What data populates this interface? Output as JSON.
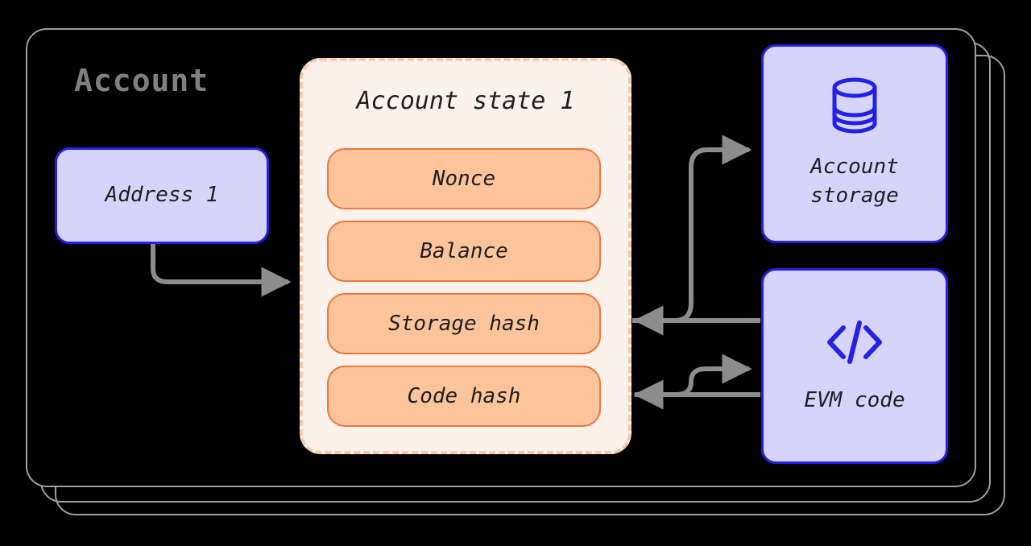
{
  "diagram": {
    "title": "Account",
    "background": "#000000",
    "colors": {
      "container_border": "#9e9e9e",
      "blue_fill": "#D6D4FB",
      "blue_border": "#2320E8",
      "orange_fill": "#FBC49B",
      "orange_border": "#F0763A",
      "state_fill": "#FDF1EB",
      "state_border": "#F9C9A8",
      "arrow": "#8C8C8C",
      "title_text": "#808080",
      "body_text": "#1f1f1f"
    }
  },
  "address": {
    "label": "Address 1"
  },
  "account_state": {
    "title": "Account state 1",
    "fields": [
      {
        "label": "Nonce"
      },
      {
        "label": "Balance"
      },
      {
        "label": "Storage hash"
      },
      {
        "label": "Code hash"
      }
    ]
  },
  "storage": {
    "icon": "database-icon",
    "line1": "Account",
    "line2": "storage"
  },
  "evm_code": {
    "icon": "code-brackets-icon",
    "label": "EVM code"
  },
  "connectors": [
    {
      "name": "address-to-account-state",
      "from": "Address 1",
      "to": "Account state 1",
      "direction": "right"
    },
    {
      "name": "storage-hash-to-account-storage",
      "from": "Storage hash",
      "to": "Account storage",
      "direction": "right"
    },
    {
      "name": "account-storage-to-storage-hash",
      "from": "Account storage",
      "to": "Storage hash",
      "direction": "left"
    },
    {
      "name": "code-hash-to-evm-code",
      "from": "Code hash",
      "to": "EVM code",
      "direction": "right"
    },
    {
      "name": "evm-code-to-code-hash",
      "from": "EVM code",
      "to": "Code hash",
      "direction": "left"
    }
  ]
}
